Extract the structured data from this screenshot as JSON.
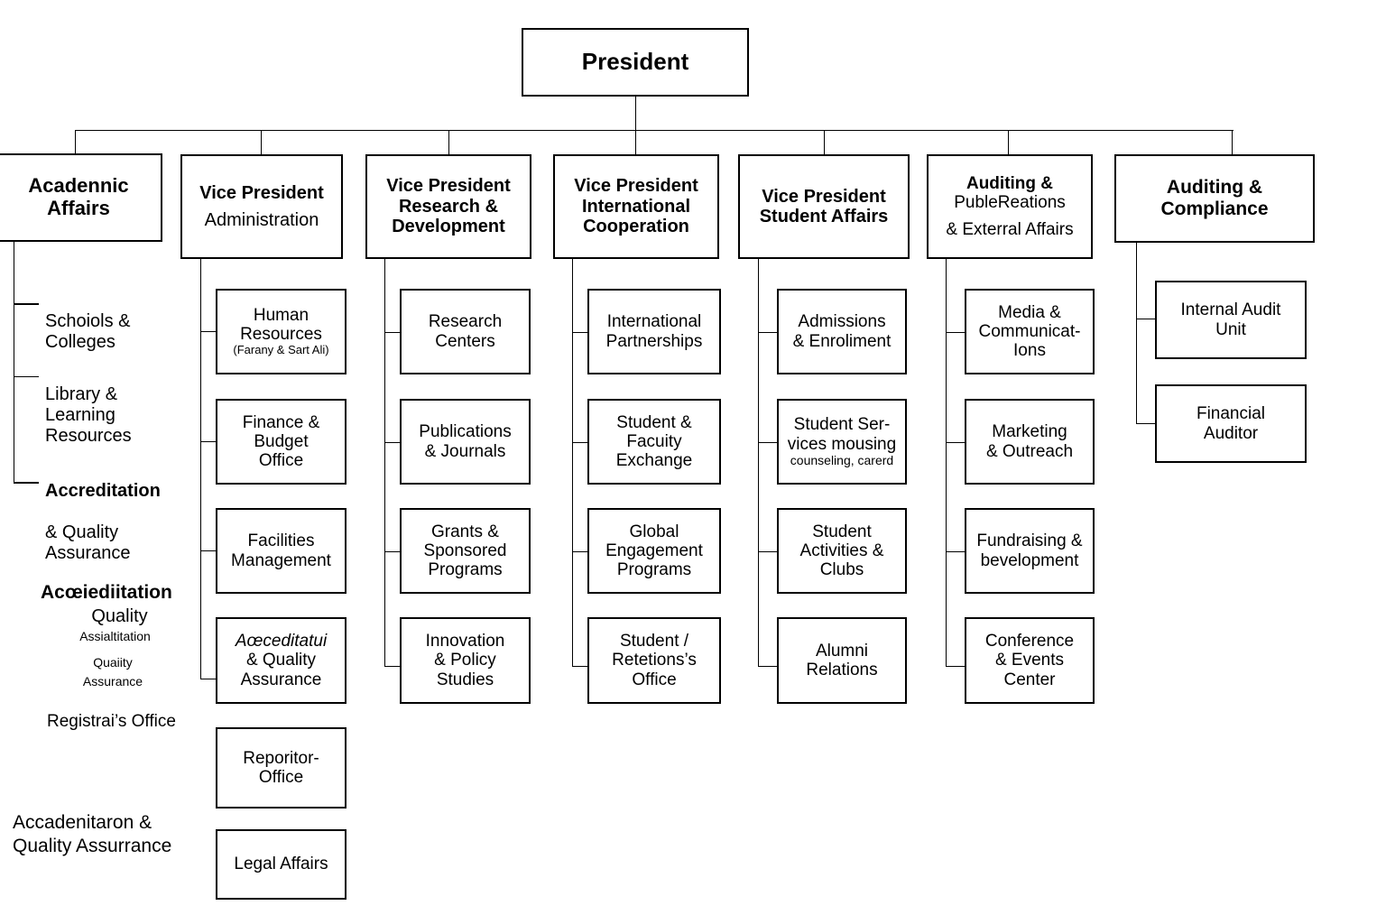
{
  "title": "President",
  "root": {
    "label": "President"
  },
  "columns": [
    {
      "id": "academic-affairs",
      "header": {
        "line1": "Acadennic",
        "line2": "Affairs",
        "bold1": true,
        "bold2": true
      },
      "children_style": "text",
      "children": [
        {
          "label": "Schoiols &\nColleges",
          "bold_first_word": false
        },
        {
          "label": "Library &\nLearning\nResources",
          "bold_first_word": false
        },
        {
          "label": "Accreditation\n& Quality\nAssurance",
          "bold_first_word": true
        }
      ],
      "loose_text": [
        {
          "id": "accreditation-garbled-1",
          "text": "Acœiediitation",
          "size": 21,
          "bold": true
        },
        {
          "id": "accreditation-garbled-2",
          "text": "Quality",
          "size": 20,
          "bold": false
        },
        {
          "id": "accreditation-garbled-3",
          "text": "Assialtitation",
          "size": 14,
          "bold": false
        },
        {
          "id": "accreditation-garbled-4",
          "text": "Quaiity",
          "size": 14,
          "bold": false
        },
        {
          "id": "accreditation-garbled-5",
          "text": "Assurance",
          "size": 14,
          "bold": false
        },
        {
          "id": "registrar-office",
          "text": "Registrai’s Office",
          "size": 19,
          "bold": false
        },
        {
          "id": "accreditation-footer-1",
          "text": "Accadenitaron &",
          "size": 21,
          "bold": false
        },
        {
          "id": "accreditation-footer-2",
          "text": "Quality Assurrance",
          "size": 21,
          "bold": false
        }
      ]
    },
    {
      "id": "vp-administration",
      "header": {
        "line1": "Vice President",
        "line2": "Administration",
        "bold1": true,
        "bold2": false
      },
      "children_style": "box",
      "children": [
        {
          "lines": [
            "Human",
            "Resources"
          ],
          "sub": "(Farany & Sart Ali)"
        },
        {
          "lines": [
            "Finance &",
            "Budget",
            "Office"
          ]
        },
        {
          "lines": [
            "Facilities",
            "Management"
          ]
        },
        {
          "lines": [
            "Aœceditatui",
            "& Quality",
            "Assurance"
          ],
          "italic_first": true
        },
        {
          "lines": [
            "Reporitor-",
            "Office"
          ]
        },
        {
          "lines": [
            "Legal Affairs"
          ]
        }
      ]
    },
    {
      "id": "vp-research-development",
      "header": {
        "line1": "Vice President",
        "line2": "Research &",
        "line3": "Development",
        "bold1": true,
        "bold2": true,
        "bold3": true
      },
      "children_style": "box",
      "children": [
        {
          "lines": [
            "Research",
            "Centers"
          ]
        },
        {
          "lines": [
            "Publications",
            "& Journals"
          ]
        },
        {
          "lines": [
            "Grants &",
            "Sponsored",
            "Programs"
          ]
        },
        {
          "lines": [
            "Innovation",
            "& Policy",
            "Studies"
          ]
        }
      ]
    },
    {
      "id": "vp-international-cooperation",
      "header": {
        "line1": "Vice President",
        "line2": "International",
        "line3": "Cooperation",
        "bold1": true,
        "bold2": true,
        "bold3": true
      },
      "children_style": "box",
      "children": [
        {
          "lines": [
            "International",
            "Partnerships"
          ]
        },
        {
          "lines": [
            "Student &",
            "Facuity",
            "Exchange"
          ]
        },
        {
          "lines": [
            "Global",
            "Engagement",
            "Programs"
          ]
        },
        {
          "lines": [
            "Student /",
            "Retetions’s",
            "Office"
          ]
        }
      ]
    },
    {
      "id": "vp-student-affairs",
      "header": {
        "line1": "Vice President",
        "line2": "Student Affairs",
        "bold1": true,
        "bold2": true
      },
      "children_style": "box",
      "children": [
        {
          "lines": [
            "Admissions",
            "& Enroliment"
          ]
        },
        {
          "lines": [
            "Student Ser-",
            "vices mousing"
          ],
          "sub": "counseling, carerd"
        },
        {
          "lines": [
            "Student",
            "Activities &",
            "Clubs"
          ]
        },
        {
          "lines": [
            "Alumni",
            "Relations"
          ]
        }
      ]
    },
    {
      "id": "auditing-public-relations",
      "header": {
        "line1": "Auditing &",
        "line2": "PubleReations",
        "line3": "& Exterral Affairs",
        "bold1": true,
        "bold2": false,
        "bold3": false
      },
      "children_style": "box",
      "children": [
        {
          "lines": [
            "Media &",
            "Communicat-",
            "Ions"
          ]
        },
        {
          "lines": [
            "Marketing",
            "& Outreach"
          ]
        },
        {
          "lines": [
            "Fundraising &",
            "bevelopment"
          ]
        },
        {
          "lines": [
            "Conference",
            "& Events",
            "Center"
          ]
        }
      ]
    },
    {
      "id": "auditing-compliance",
      "header": {
        "line1": "Auditing &",
        "line2": "Compliance",
        "bold1": true,
        "bold2": true
      },
      "children_style": "box",
      "children": [
        {
          "lines": [
            "Internal Audit",
            "Unit"
          ]
        },
        {
          "lines": [
            "Financial",
            "Auditor"
          ]
        }
      ]
    }
  ],
  "colors": {
    "line": "#000000",
    "box_fill": "#ffffff",
    "text": "#000000",
    "background": "#ffffff"
  }
}
